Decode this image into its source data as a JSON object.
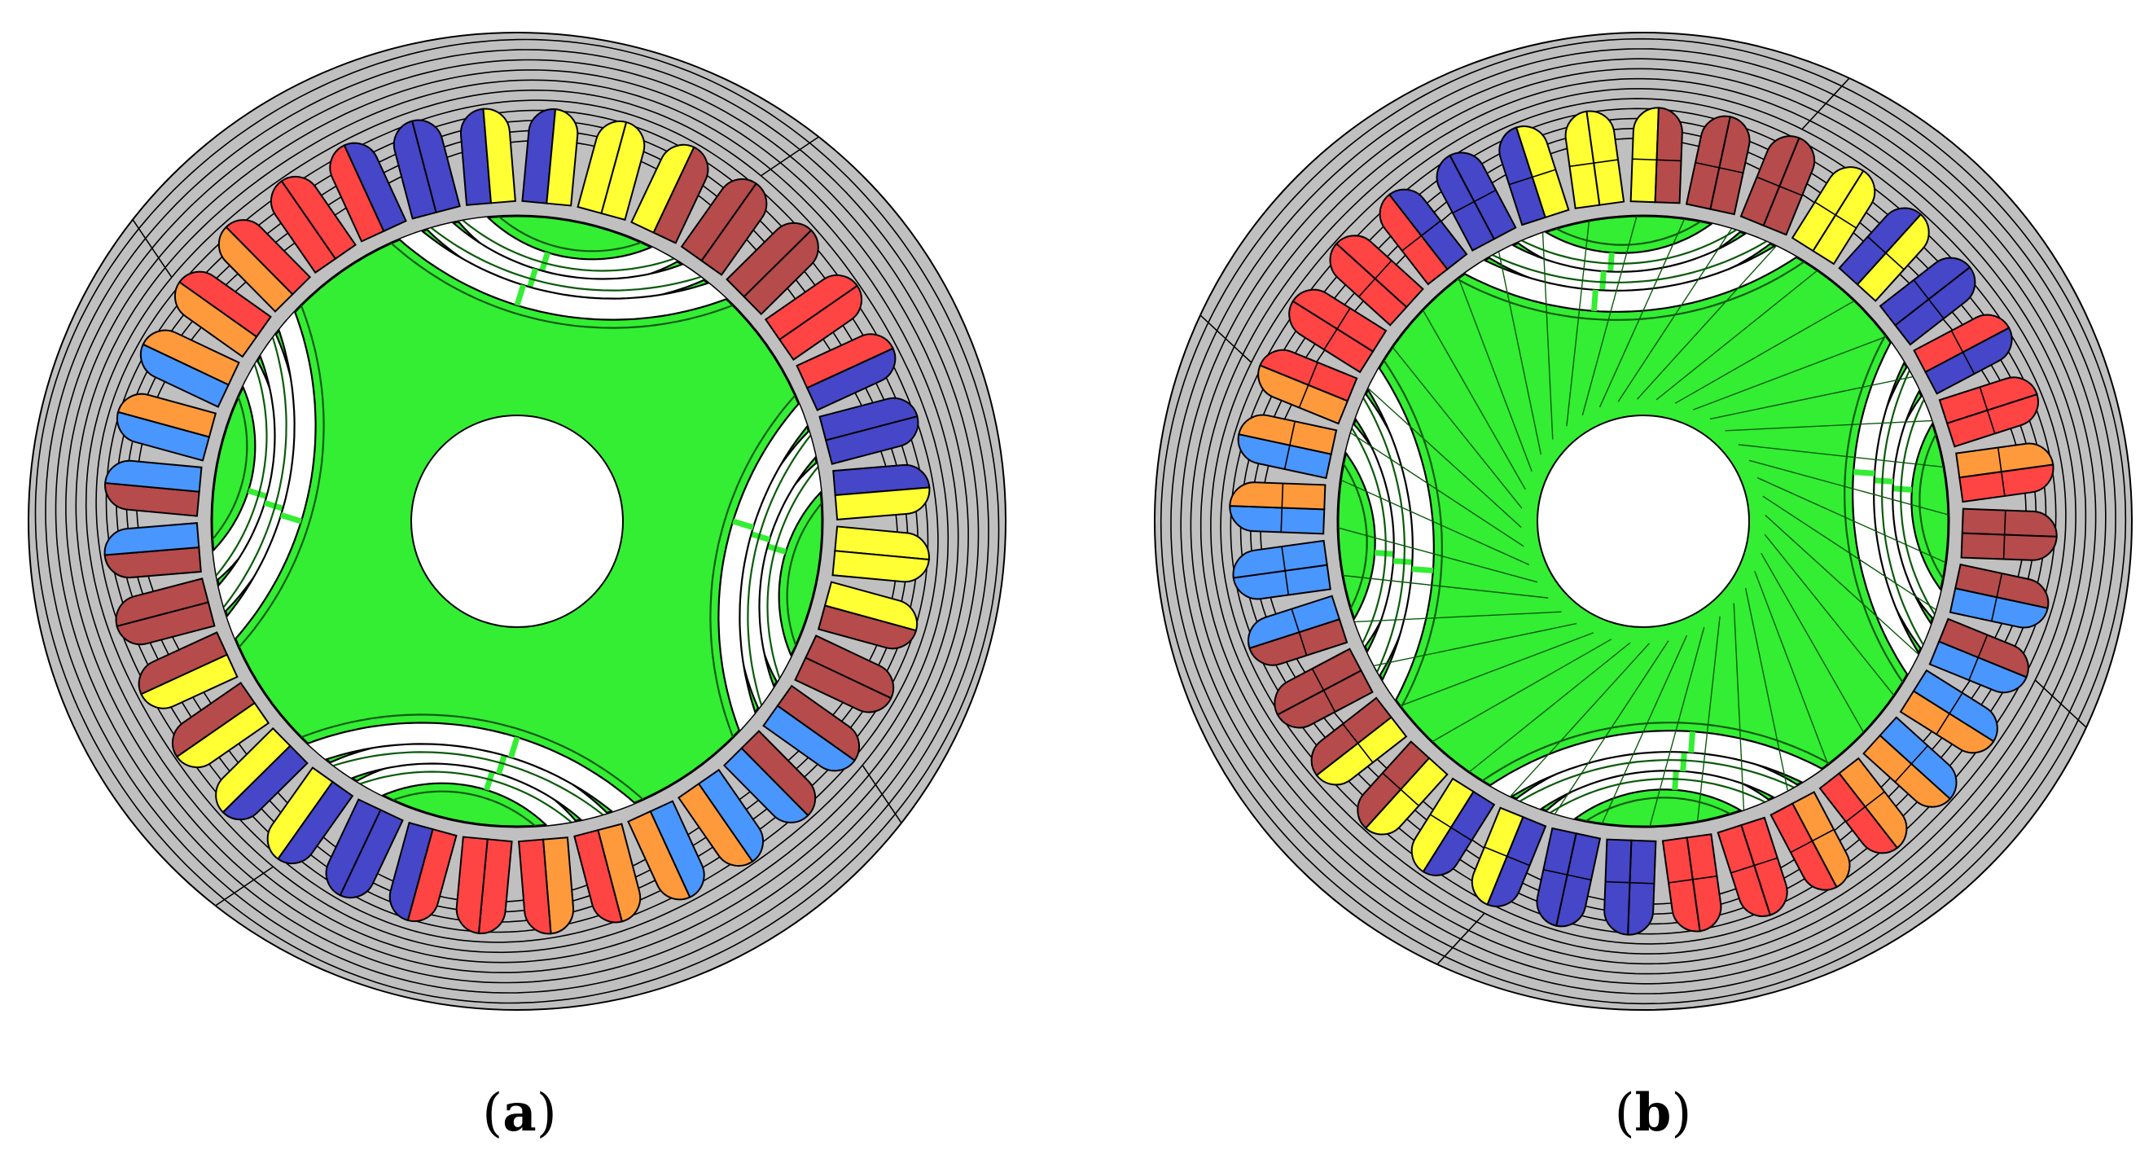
{
  "panels": [
    {
      "id": "a",
      "label": "a",
      "open": "(",
      "close": ")",
      "slot_colors": [
        [
          "#ffff33",
          "#b54b4b"
        ],
        [
          "#b54b4b",
          "#b54b4b"
        ],
        [
          "#b54b4b",
          "#4a96ff"
        ],
        [
          "#b54b4b",
          "#4a96ff"
        ],
        [
          "#4a96ff",
          "#ff9a3c"
        ],
        [
          "#4a96ff",
          "#ff9a3c"
        ],
        [
          "#ff9a3c",
          "#ff4444"
        ],
        [
          "#ff9a3c",
          "#ff4444"
        ],
        [
          "#ff4444",
          "#ff4444"
        ],
        [
          "#ff4444",
          "#4646c8"
        ],
        [
          "#4646c8",
          "#4646c8"
        ],
        [
          "#4646c8",
          "#ffff33"
        ],
        [
          "#4646c8",
          "#ffff33"
        ],
        [
          "#ffff33",
          "#b54b4b"
        ],
        [
          "#ffff33",
          "#b54b4b"
        ],
        [
          "#b54b4b",
          "#b54b4b"
        ],
        [
          "#b54b4b",
          "#4a96ff"
        ],
        [
          "#b54b4b",
          "#4a96ff"
        ],
        [
          "#4a96ff",
          "#ff9a3c"
        ],
        [
          "#4a96ff",
          "#ff9a3c"
        ],
        [
          "#ff9a3c",
          "#ff4444"
        ],
        [
          "#ff9a3c",
          "#ff4444"
        ],
        [
          "#ff4444",
          "#ff4444"
        ],
        [
          "#ff4444",
          "#4646c8"
        ],
        [
          "#4646c8",
          "#4646c8"
        ],
        [
          "#4646c8",
          "#ffff33"
        ],
        [
          "#4646c8",
          "#ffff33"
        ],
        [
          "#ffff33",
          "#ffff33"
        ],
        [
          "#ffff33",
          "#b54b4b"
        ],
        [
          "#b54b4b",
          "#b54b4b"
        ],
        [
          "#b54b4b",
          "#b54b4b"
        ],
        [
          "#ff4444",
          "#ff4444"
        ],
        [
          "#ff4444",
          "#4646c8"
        ],
        [
          "#4646c8",
          "#4646c8"
        ],
        [
          "#4646c8",
          "#ffff33"
        ],
        [
          "#ffff33",
          "#ffff33"
        ]
      ]
    },
    {
      "id": "b",
      "label": "b",
      "open": "(",
      "close": ")",
      "slot_colors": [
        [
          "#b54b4b",
          "#b54b4b"
        ],
        [
          "#b54b4b",
          "#4a96ff"
        ],
        [
          "#b54b4b",
          "#4a96ff"
        ],
        [
          "#4a96ff",
          "#ff9a3c"
        ],
        [
          "#4a96ff",
          "#ff9a3c"
        ],
        [
          "#ff9a3c",
          "#ff4444"
        ],
        [
          "#ff9a3c",
          "#ff4444"
        ],
        [
          "#ff4444",
          "#ff4444"
        ],
        [
          "#ff4444",
          "#ff4444"
        ],
        [
          "#4646c8",
          "#4646c8"
        ],
        [
          "#4646c8",
          "#4646c8"
        ],
        [
          "#4646c8",
          "#ffff33"
        ],
        [
          "#4646c8",
          "#ffff33"
        ],
        [
          "#ffff33",
          "#b54b4b"
        ],
        [
          "#ffff33",
          "#b54b4b"
        ],
        [
          "#b54b4b",
          "#b54b4b"
        ],
        [
          "#b54b4b",
          "#4a96ff"
        ],
        [
          "#4a96ff",
          "#4a96ff"
        ],
        [
          "#4a96ff",
          "#ff9a3c"
        ],
        [
          "#4a96ff",
          "#ff9a3c"
        ],
        [
          "#ff9a3c",
          "#ff4444"
        ],
        [
          "#ff4444",
          "#ff4444"
        ],
        [
          "#ff4444",
          "#ff4444"
        ],
        [
          "#ff4444",
          "#4646c8"
        ],
        [
          "#4646c8",
          "#4646c8"
        ],
        [
          "#4646c8",
          "#ffff33"
        ],
        [
          "#ffff33",
          "#ffff33"
        ],
        [
          "#ffff33",
          "#b54b4b"
        ],
        [
          "#b54b4b",
          "#b54b4b"
        ],
        [
          "#b54b4b",
          "#b54b4b"
        ],
        [
          "#ffff33",
          "#ffff33"
        ],
        [
          "#4646c8",
          "#ffff33"
        ],
        [
          "#4646c8",
          "#4646c8"
        ],
        [
          "#ff4444",
          "#4646c8"
        ],
        [
          "#ff4444",
          "#ff4444"
        ],
        [
          "#ff9a3c",
          "#ff4444"
        ]
      ]
    }
  ],
  "colors": {
    "stator": "#c0c0c0",
    "rotor": "#33ee33",
    "barrier": "#ffffff",
    "flux_line": "#000000"
  }
}
